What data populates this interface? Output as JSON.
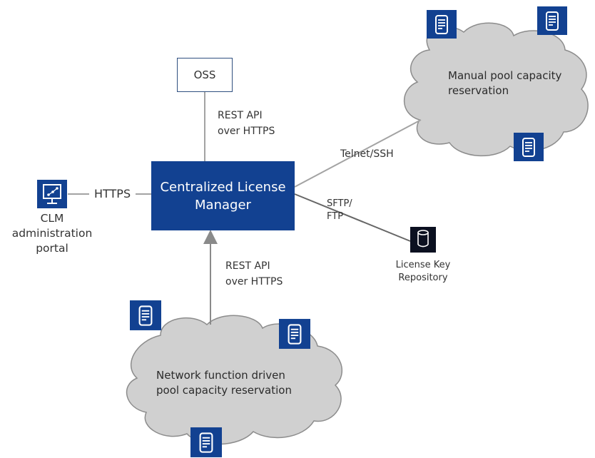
{
  "nodes": {
    "oss": "OSS",
    "clm": "Centralized License\nManager",
    "portal": "CLM\nadministration\nportal",
    "repository": "License Key\nRepository",
    "manual_cloud": "Manual pool capacity\nreservation",
    "nf_cloud": "Network function driven\npool capacity reservation"
  },
  "edges": {
    "oss_clm": "REST API\nover HTTPS",
    "portal_clm": "HTTPS",
    "clm_manual": "Telnet/SSH",
    "clm_repository": "SFTP/\nFTP",
    "nf_clm": "REST API\nover HTTPS"
  },
  "icons": {
    "server": "server-icon",
    "monitor": "monitor-network-icon",
    "database": "database-icon"
  },
  "colors": {
    "brand_blue": "#124191",
    "cloud_fill": "#d0d0d0",
    "cloud_stroke": "#8c8c8c",
    "line": "#a3a3a3"
  }
}
